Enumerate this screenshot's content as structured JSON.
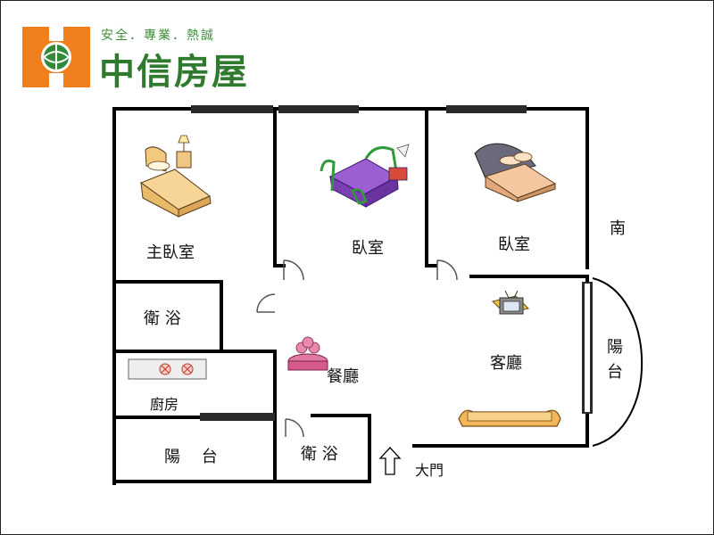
{
  "brand": {
    "slogan": "安全．專業．熱誠",
    "name": "中信房屋",
    "colors": {
      "orange": "#f07f1e",
      "green": "#2f7a2e"
    }
  },
  "rooms": {
    "master_bedroom": "主臥室",
    "bedroom_1": "臥室",
    "bedroom_2": "臥室",
    "bathroom_1": "衛 浴",
    "bathroom_2": "衛 浴",
    "kitchen": "廚房",
    "dining": "餐廳",
    "living": "客廳",
    "balcony_1": "陽　 台",
    "balcony_2": "陽台"
  },
  "compass": "南",
  "entrance": "大門",
  "colors": {
    "wall": "#000000",
    "window": "#333333"
  }
}
